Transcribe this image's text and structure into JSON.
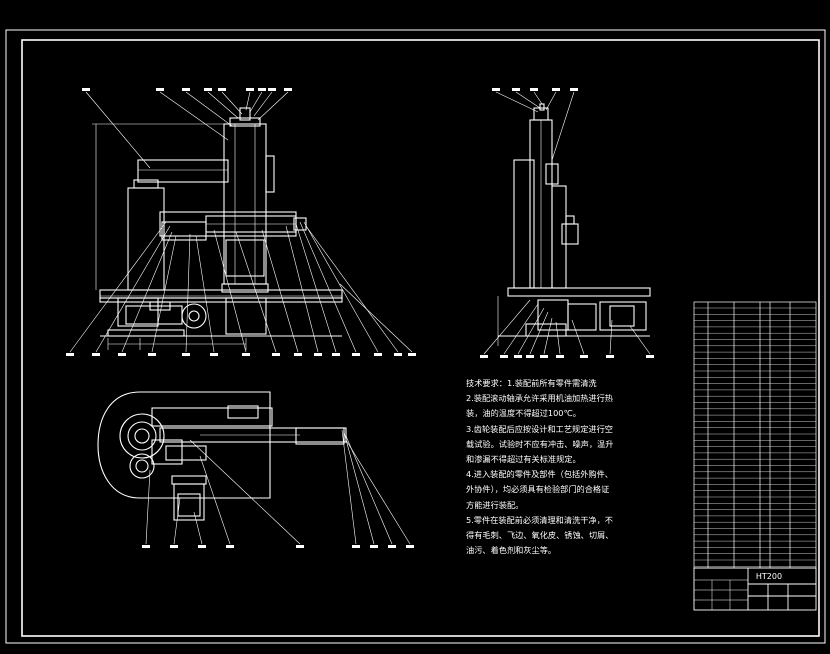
{
  "drawing": {
    "tech_requirements": [
      "技术要求：1.装配前所有零件需清洗",
      "2.装配滚动轴承允许采用机油加热进行热",
      "装，油的温度不得超过100℃。",
      "3.齿轮装配后应按设计和工艺规定进行空",
      "载试验。试验时不应有冲击、噪声，温升",
      "和渗漏不得超过有关标准规定。",
      "4.进入装配的零件及部件（包括外购件、",
      "外协件），均必须具有检验部门的合格证",
      "方能进行装配。",
      "5.零件在装配前必须清理和清洗干净，不",
      "得有毛刺、飞边、氧化皮、锈蚀、切屑、",
      "油污、着色剂和灰尘等。"
    ],
    "title_block": {
      "material": "HT200"
    }
  }
}
